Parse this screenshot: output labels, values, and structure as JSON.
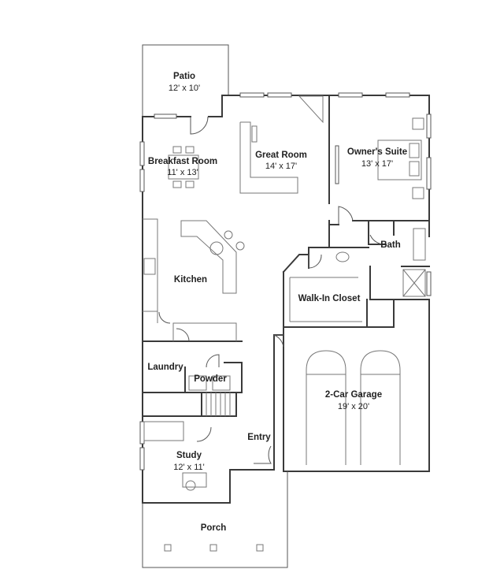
{
  "rooms": {
    "patio": {
      "name": "Patio",
      "dims": "12' x 10'"
    },
    "breakfast": {
      "name": "Breakfast Room",
      "dims": "11' x 13'"
    },
    "great_room": {
      "name": "Great Room",
      "dims": "14' x 17'"
    },
    "owners_suite": {
      "name": "Owner's Suite",
      "dims": "13' x 17'"
    },
    "bath": {
      "name": "Bath"
    },
    "kitchen": {
      "name": "Kitchen"
    },
    "walk_in_closet": {
      "name": "Walk-In Closet"
    },
    "laundry": {
      "name": "Laundry"
    },
    "powder": {
      "name": "Powder"
    },
    "garage": {
      "name": "2-Car Garage",
      "dims": "19' x 20'"
    },
    "entry": {
      "name": "Entry"
    },
    "study": {
      "name": "Study",
      "dims": "12' x 11'"
    },
    "porch": {
      "name": "Porch"
    }
  }
}
